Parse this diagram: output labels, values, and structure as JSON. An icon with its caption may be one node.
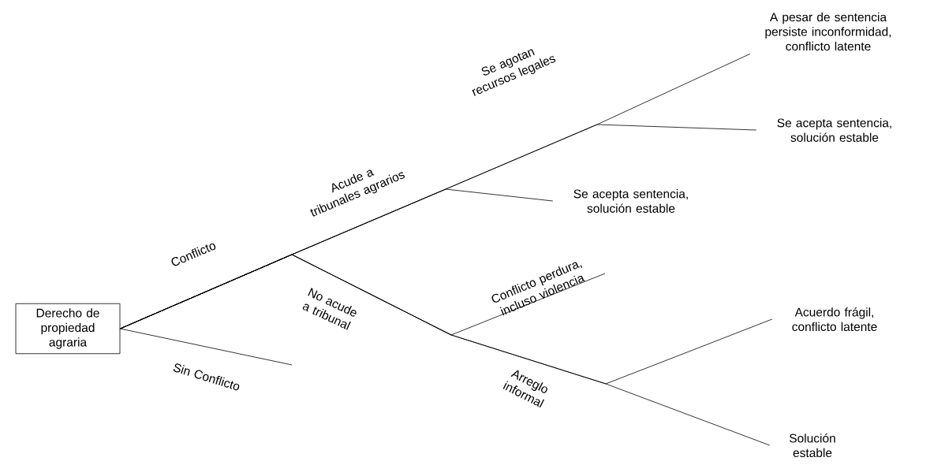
{
  "diagram": {
    "nodes": [
      {
        "text": [
          "Derecho de propiedad agraria"
        ]
      },
      {
        "text": [
          "A pesar de sentencia persiste inconformidad, conflicto latente"
        ]
      },
      {
        "text": [
          "Se acepta sentencia, solución estable"
        ]
      },
      {
        "text": [
          "Se acepta sentencia, solución estable"
        ]
      },
      {
        "text": [
          "Acuerdo frágil, conflicto latente"
        ]
      },
      {
        "text": [
          "Solución estable"
        ]
      },
      {
        "text": [
          "Conflicto perdura, incluso violencia"
        ]
      }
    ],
    "edges": [
      {
        "from": 0,
        "to": 1,
        "arrow": "none"
      },
      {
        "from": 0,
        "to": 2,
        "arrow": "none"
      },
      {
        "from": 0,
        "to": 3,
        "arrow": "none"
      },
      {
        "from": 0,
        "to": 6,
        "arrow": "none"
      },
      {
        "from": 0,
        "to": 4,
        "arrow": "none"
      },
      {
        "from": 0,
        "to": 5,
        "arrow": "none"
      },
      {
        "from": 0,
        "to": null,
        "arrow": "none"
      }
    ],
    "labels": [
      "Se agotan recursos legales",
      "Acude a tribunales agrarios",
      "Conflicto",
      "No acude a tribunal",
      "Arreglo informal",
      "Sin Conflicto"
    ]
  }
}
